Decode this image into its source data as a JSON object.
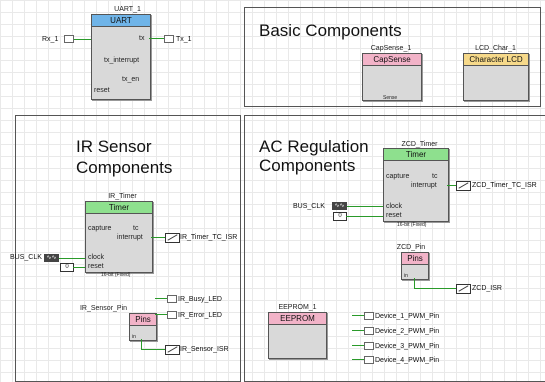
{
  "uart": {
    "instance": "UART_1",
    "header": "UART",
    "pins": {
      "tx": "tx",
      "tx_interrupt": "tx_interrupt",
      "tx_en": "tx_en",
      "reset": "reset"
    },
    "in_port": "Rx_1",
    "out_port": "Tx_1"
  },
  "basic_panel": {
    "title": "Basic Components",
    "capsense": {
      "instance": "CapSense_1",
      "header": "CapSense",
      "footer": "Sense"
    },
    "lcd": {
      "instance": "LCD_Char_1",
      "header": "Character LCD"
    }
  },
  "ir_panel": {
    "title_line1": "IR Sensor",
    "title_line2": "Components",
    "timer": {
      "instance": "IR_Timer",
      "header": "Timer",
      "pins": {
        "capture": "capture",
        "tc": "tc",
        "interrupt": "interrupt",
        "clock": "clock",
        "reset": "reset"
      },
      "footer": "16-bit (Fixed)"
    },
    "clock_label": "BUS_CLK",
    "clock_box": "",
    "zero_value": "0",
    "isr": "IR_Timer_TC_ISR",
    "pins_comp": {
      "instance": "IR_Sensor_Pin",
      "header": "Pins",
      "io": "in"
    },
    "leds": [
      "IR_Busy_LED",
      "IR_Error_LED"
    ],
    "sensor_isr": "IR_Sensor_ISR"
  },
  "ac_panel": {
    "title_line1": "AC Regulation",
    "title_line2": "Components",
    "timer": {
      "instance": "ZCD_Timer",
      "header": "Timer",
      "pins": {
        "capture": "capture",
        "tc": "tc",
        "interrupt": "interrupt",
        "clock": "clock",
        "reset": "reset"
      },
      "footer": "16-bit (Fixed)"
    },
    "clock_label": "BUS_CLK",
    "zero_value": "0",
    "timer_isr": "ZCD_Timer_TC_ISR",
    "pins_comp": {
      "instance": "ZCD_Pin",
      "header": "Pins",
      "io": "in"
    },
    "zcd_isr": "ZCD_ISR",
    "eeprom": {
      "instance": "EEPROM_1",
      "header": "EEPROM"
    },
    "pwm_pins": [
      "Device_1_PWM_Pin",
      "Device_2_PWM_Pin",
      "Device_3_PWM_Pin",
      "Device_4_PWM_Pin"
    ]
  },
  "colors": {
    "uart_head": "#6fb4e8",
    "capsense_head": "#f2b3c8",
    "lcd_head": "#f6d98a",
    "timer_head": "#8ee08e",
    "pins_head": "#f2b3c8",
    "eeprom_head": "#f2b3c8",
    "wire": "#2a9a2a",
    "component_body": "#d9d9d9"
  }
}
